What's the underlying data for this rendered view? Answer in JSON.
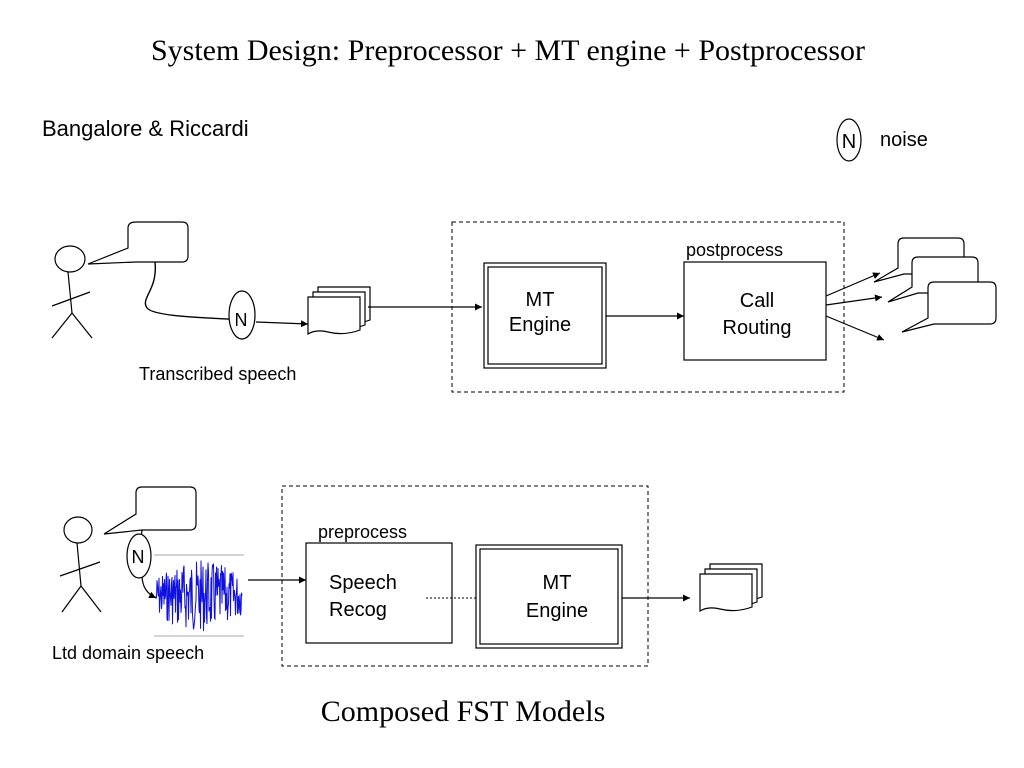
{
  "title": "System Design: Preprocessor + MT engine + Postprocessor",
  "subtitle": "Bangalore & Riccardi",
  "legend": {
    "symbol": "N",
    "label": "noise"
  },
  "top": {
    "noise_label": "N",
    "input_label": "Transcribed speech",
    "postprocess_label": "postprocess",
    "mt_line1": "MT",
    "mt_line2": "Engine",
    "call_line1": "Call",
    "call_line2": "Routing"
  },
  "bottom": {
    "noise_label": "N",
    "input_label": "Ltd domain speech",
    "preprocess_label": "preprocess",
    "speech_line1": "Speech",
    "speech_line2": "Recog",
    "mt_line1": "MT",
    "mt_line2": "Engine"
  },
  "footer": "Composed FST Models"
}
